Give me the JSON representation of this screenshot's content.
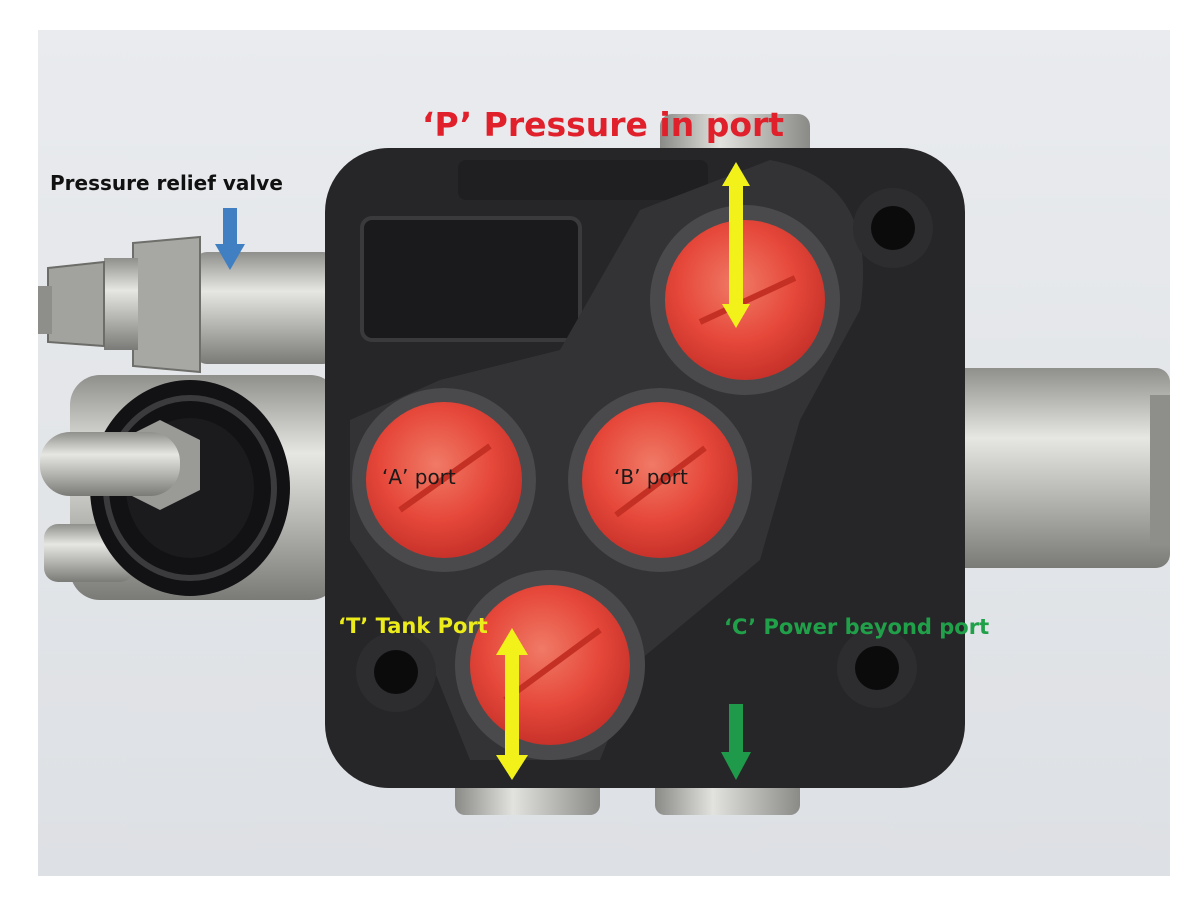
{
  "labels": {
    "pressure_relief_valve": "Pressure relief valve",
    "p_port": "‘P’ Pressure in port",
    "a_port": "‘A’ port",
    "b_port": "‘B’ port",
    "t_port": "‘T’ Tank Port",
    "c_port": "‘C’ Power beyond port"
  },
  "colors": {
    "p_label": "#e0202a",
    "t_label": "#ecec1a",
    "c_label": "#21a04a",
    "relief_arrow": "#3f7fc2",
    "port_arrow": "#f2f21a",
    "c_arrow": "#1e9a4a",
    "plug": "#e94a38",
    "valve_body": "#2a2a2c",
    "steel": "#b4b4b0"
  },
  "icons": {
    "relief_arrow": "down-arrow-icon",
    "p_arrow": "double-arrow-icon",
    "t_arrow": "double-arrow-icon",
    "c_arrow": "down-arrow-icon"
  }
}
